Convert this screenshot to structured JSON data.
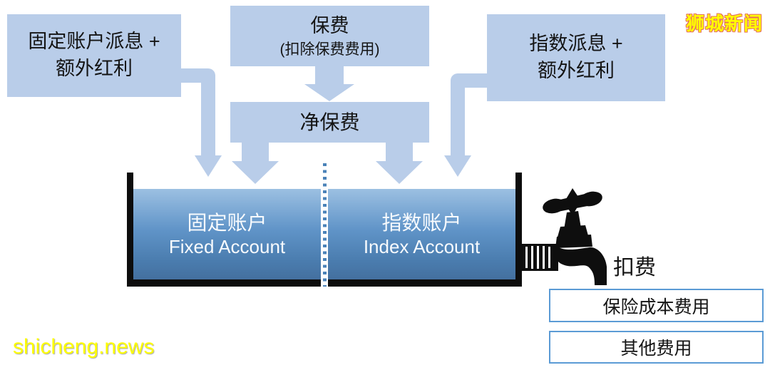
{
  "watermarks": {
    "brand": "狮城新闻",
    "site": "shicheng.news"
  },
  "flow": {
    "fixed_dividend_box": {
      "line1": "固定账户派息 +",
      "line2": "额外红利"
    },
    "premium_box": {
      "title": "保费",
      "subtitle": "(扣除保费费用)"
    },
    "index_dividend_box": {
      "line1": "指数派息 +",
      "line2": "额外红利"
    },
    "net_premium_box": {
      "label": "净保费"
    }
  },
  "tank": {
    "fixed_account": {
      "zh": "固定账户",
      "en": "Fixed Account"
    },
    "index_account": {
      "zh": "指数账户",
      "en": "Index Account"
    }
  },
  "deduction": {
    "faucet_icon": "faucet-icon",
    "label": "扣费",
    "fee_boxes": [
      "保险成本费用",
      "其他费用"
    ]
  },
  "colors": {
    "box_fill": "#b9cde9",
    "arrow_fill": "#b9cde9",
    "tank_gradient_top": "#9cc0e2",
    "tank_gradient_mid": "#6094c8",
    "tank_gradient_bottom": "#44709f",
    "tank_wall": "#0d0d0d",
    "divider_dot": "#4a82b8",
    "tank_text": "#f7fafd",
    "fee_box_border": "#5b9bd5",
    "text_dark": "#141414",
    "watermark_yellow": "#ffff00",
    "watermark_outline": "#e5705c"
  }
}
